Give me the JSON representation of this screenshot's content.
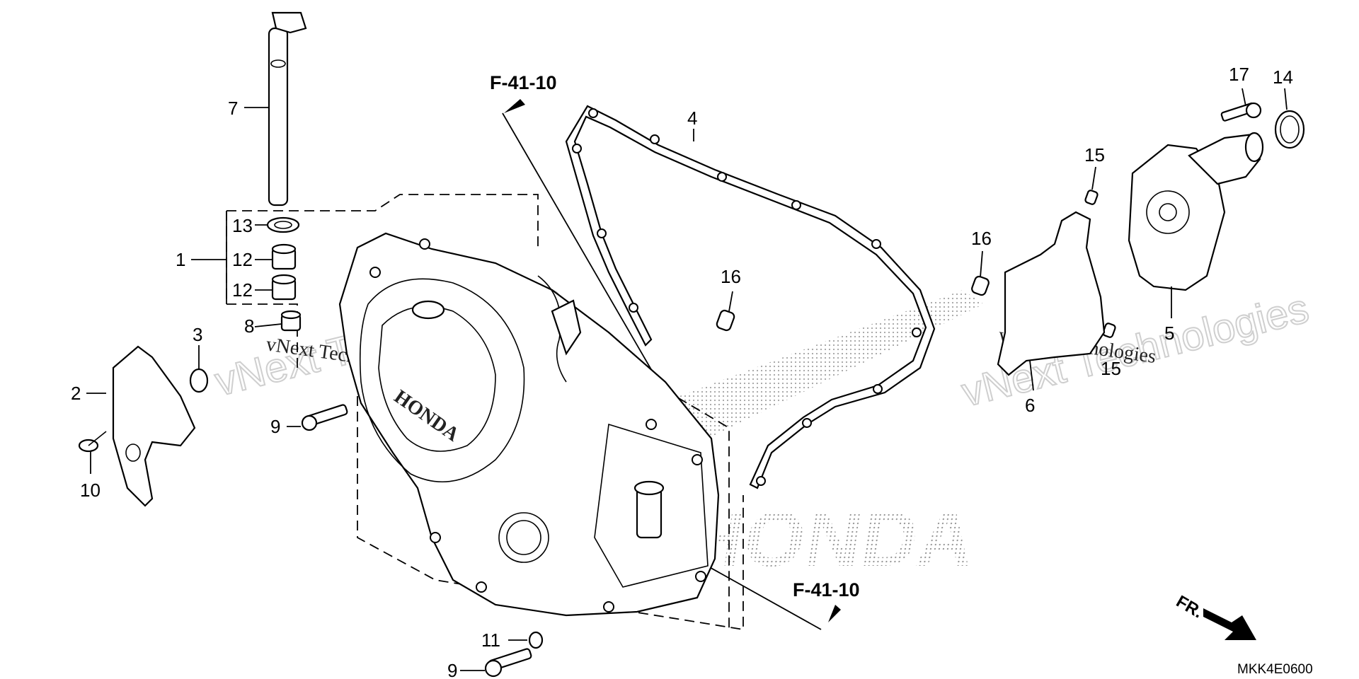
{
  "references": {
    "top": "F-41-10",
    "bottom": "F-41-10"
  },
  "front_indicator": "FR.",
  "diagram_code": "MKK4E0600",
  "brand_mark": "HONDA",
  "cover_logo": "HONDA",
  "watermarks": {
    "left_small": "vNext Technologies",
    "left_large": "vNext Technologies",
    "right_small": "vNext Technologies",
    "right_large": "vNext Technologies"
  },
  "callouts": {
    "c1": "1",
    "c2": "2",
    "c3": "3",
    "c4": "4",
    "c5": "5",
    "c6": "6",
    "c7": "7",
    "c8": "8",
    "c9a": "9",
    "c9b": "9",
    "c10": "10",
    "c11": "11",
    "c12a": "12",
    "c12b": "12",
    "c13": "13",
    "c14": "14",
    "c15a": "15",
    "c15b": "15",
    "c16a": "16",
    "c16b": "16",
    "c17": "17"
  },
  "colors": {
    "line": "#000000",
    "watermark": "#cfcfcf",
    "background": "#ffffff"
  }
}
